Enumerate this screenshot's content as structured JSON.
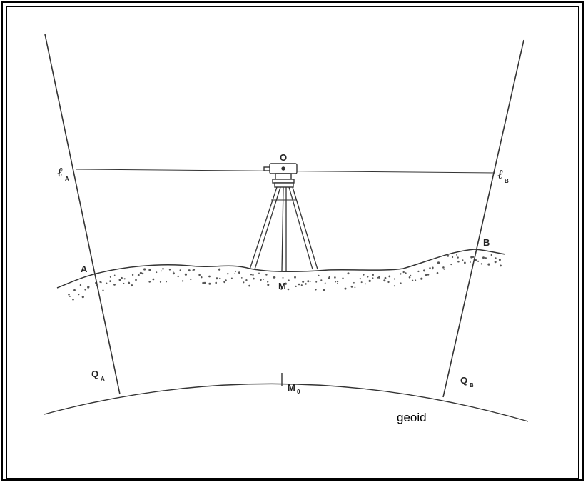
{
  "labels": {
    "O": "O",
    "A": "A",
    "B": "B",
    "M": "M",
    "lA_main": "ℓ",
    "lA_sub": "A",
    "lB_main": "ℓ",
    "lB_sub": "B",
    "QA_main": "Q",
    "QA_sub": "A",
    "QB_main": "Q",
    "QB_sub": "B",
    "M0_main": "M",
    "M0_sub": "0",
    "geoid": "geoid"
  },
  "colors": {
    "line": "#333333",
    "dots": "#555555",
    "frame": "#000000"
  }
}
